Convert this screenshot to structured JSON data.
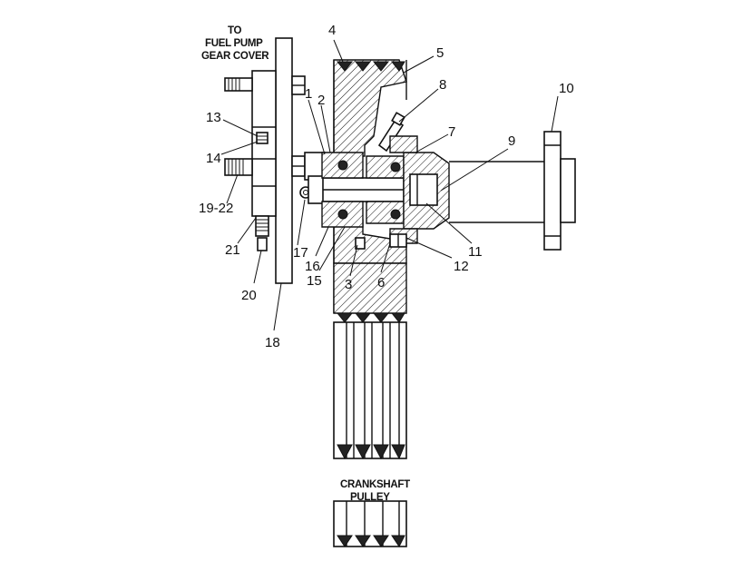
{
  "captions": {
    "fuel_pump_line1": "TO",
    "fuel_pump_line2": "FUEL PUMP",
    "fuel_pump_line3": "GEAR COVER",
    "crankshaft_line1": "CRANKSHAFT",
    "crankshaft_line2": "PULLEY"
  },
  "callouts": {
    "c1": "1",
    "c2": "2",
    "c3": "3",
    "c4": "4",
    "c5": "5",
    "c6": "6",
    "c7": "7",
    "c8": "8",
    "c9": "9",
    "c10": "10",
    "c11": "11",
    "c12": "12",
    "c13": "13",
    "c14": "14",
    "c15": "15",
    "c16": "16",
    "c17": "17",
    "c18": "18",
    "c19_22": "19-22",
    "c20": "20",
    "c21": "21"
  }
}
